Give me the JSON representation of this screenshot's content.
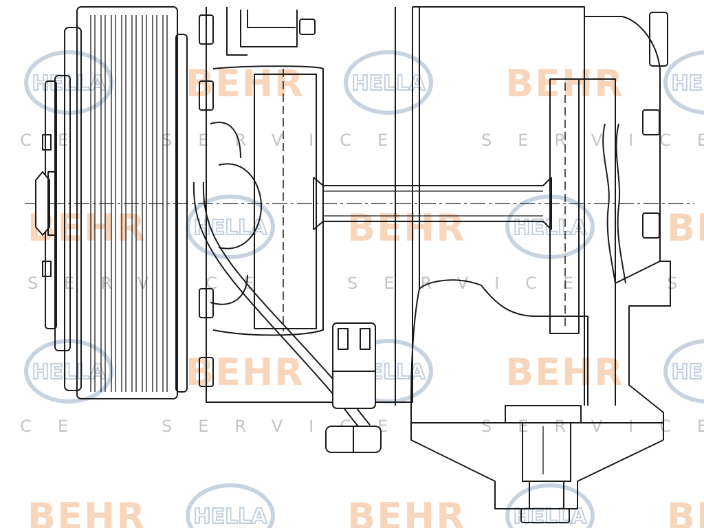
{
  "watermark": {
    "brand_left": "BEHR",
    "brand_right": "HELLA",
    "service_word": "SERVICE",
    "colors": {
      "behr": "#f6c9a6",
      "hella": "#b5c4d6",
      "service": "#c4c4c4"
    }
  },
  "drawing": {
    "subject": "ac-compressor-with-magnetic-clutch-pulley",
    "line_color": "#1a1a1a",
    "background": "#ffffff"
  }
}
